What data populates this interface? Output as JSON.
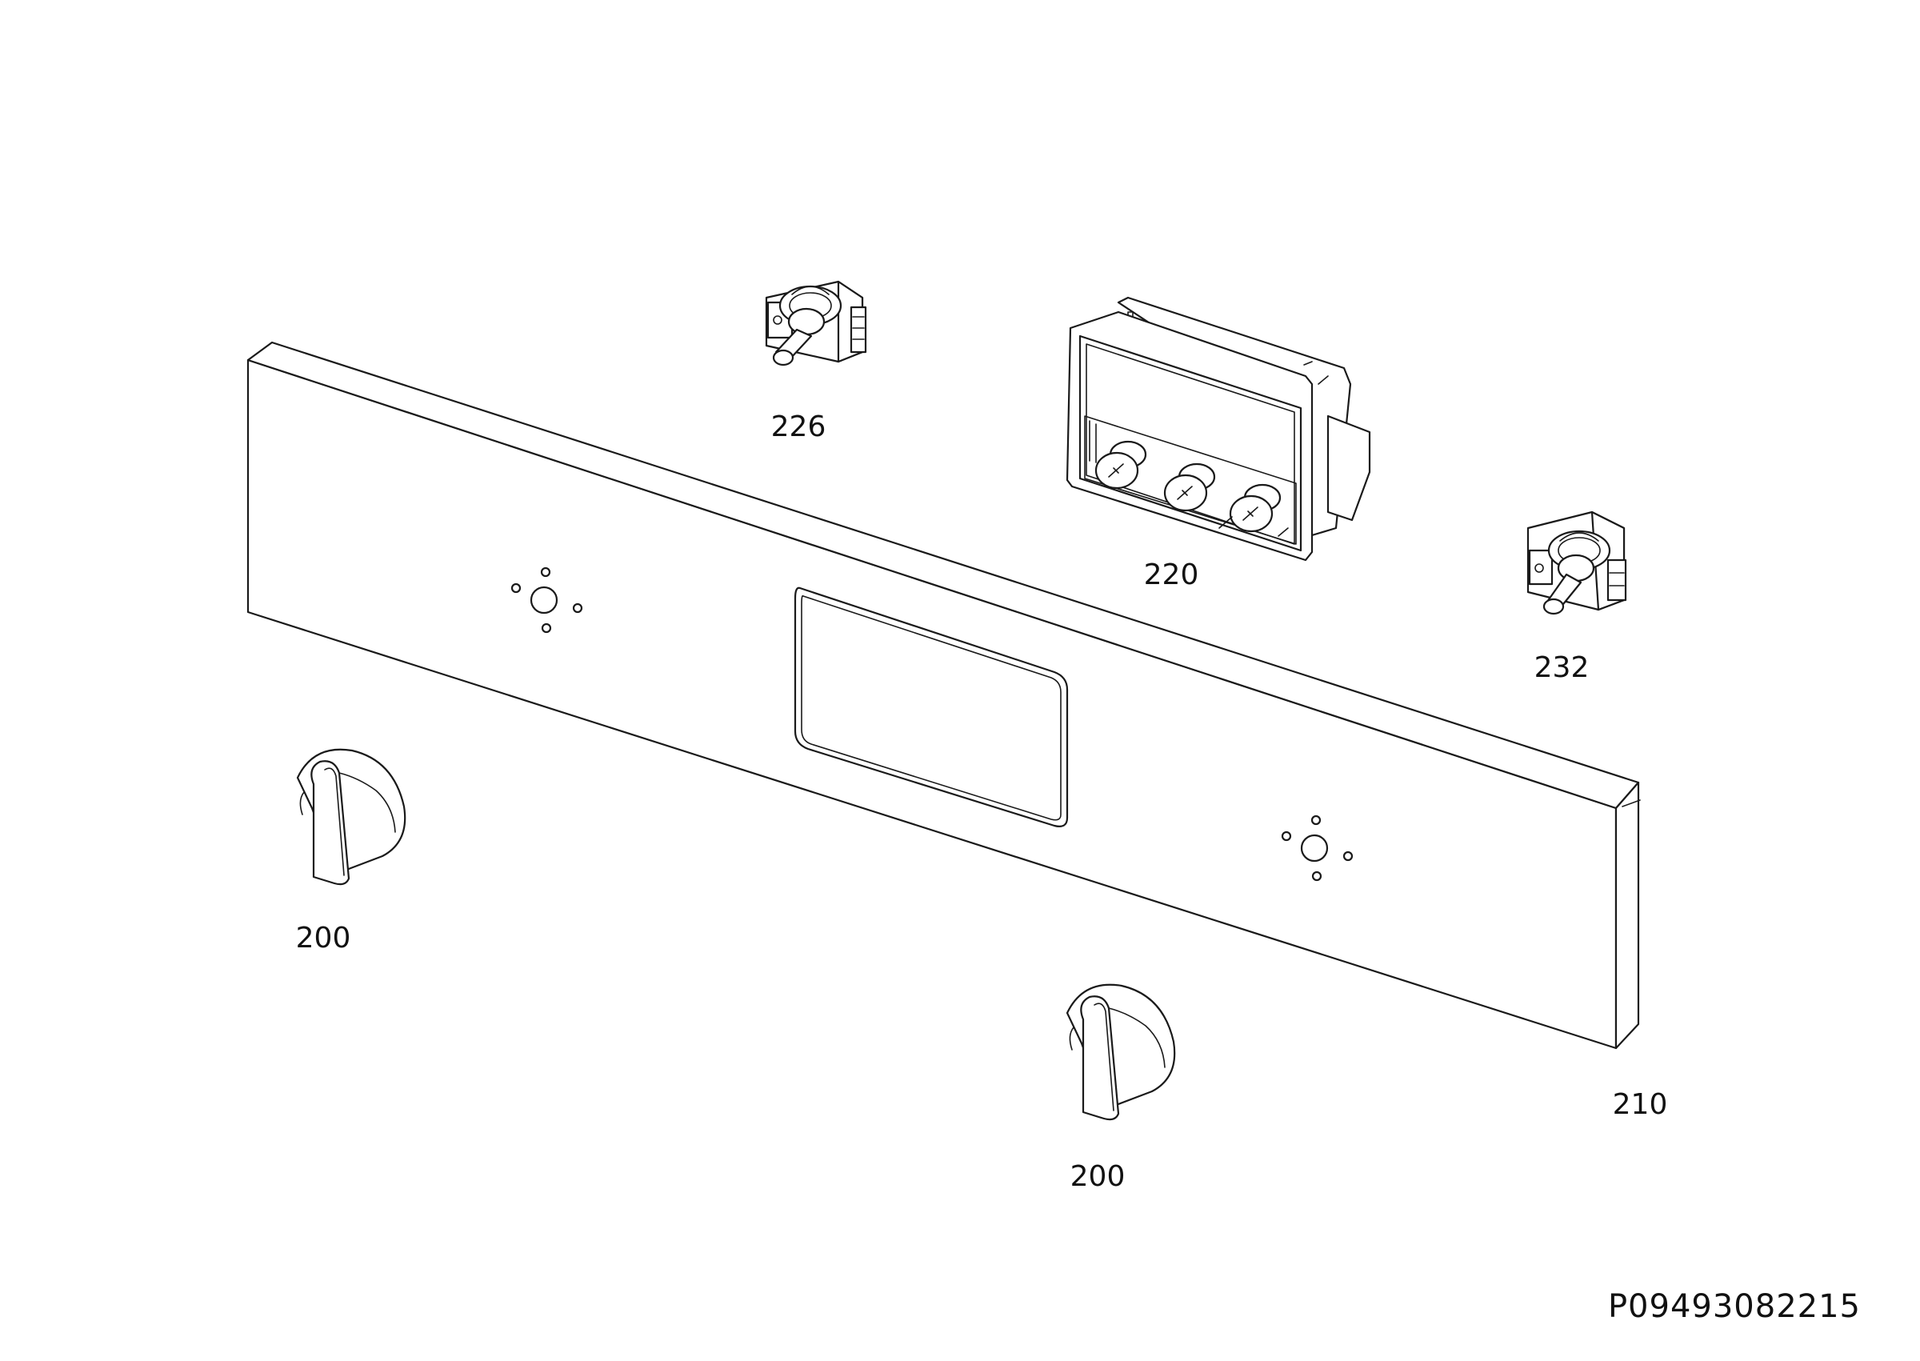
{
  "drawing_code": "P09493082215",
  "parts": [
    {
      "id": "switch-226",
      "label": "226"
    },
    {
      "id": "timer-module-220",
      "label": "220"
    },
    {
      "id": "switch-232",
      "label": "232"
    },
    {
      "id": "knob-left",
      "label": "200"
    },
    {
      "id": "knob-right",
      "label": "200"
    },
    {
      "id": "control-panel",
      "label": "210"
    }
  ],
  "colors": {
    "line": "#1a1a1a",
    "background": "#ffffff"
  }
}
